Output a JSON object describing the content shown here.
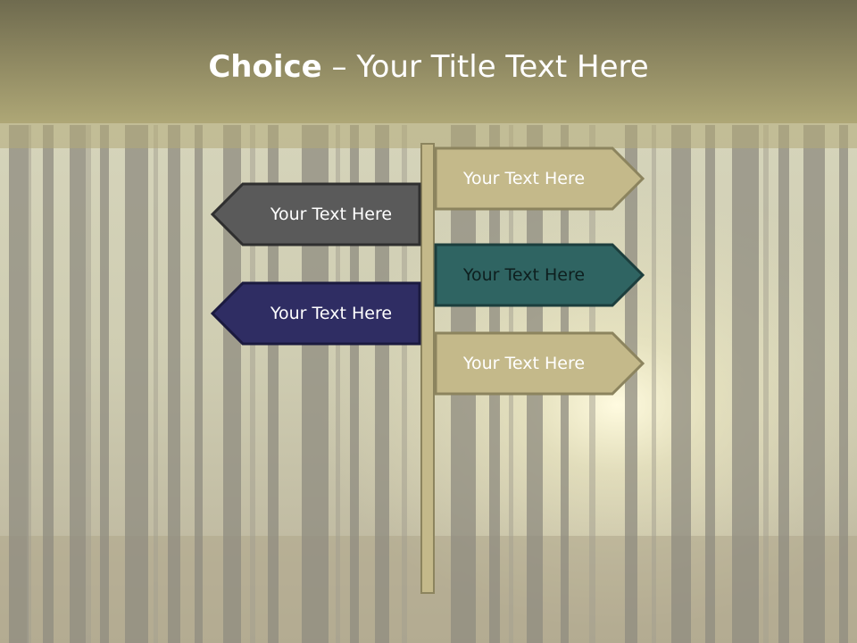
{
  "slide": {
    "title_bold": "Choice",
    "title_rest": " – Your Title Text Here"
  },
  "signs": [
    {
      "label": "Your Text Here",
      "direction": "right",
      "fill": "#c4b98a",
      "stroke": "#8c845e"
    },
    {
      "label": "Your Text Here",
      "direction": "left",
      "fill": "#5a5a5a",
      "stroke": "#2f2f2f"
    },
    {
      "label": "Your Text Here",
      "direction": "right",
      "fill": "#2f6462",
      "stroke": "#1c3e3d"
    },
    {
      "label": "Your Text Here",
      "direction": "left",
      "fill": "#2f2d63",
      "stroke": "#1b1a3f"
    },
    {
      "label": "Your Text Here",
      "direction": "right",
      "fill": "#c4b98a",
      "stroke": "#8c845e"
    }
  ],
  "colors": {
    "title_band": "#8c8660",
    "post": "#c4b98a"
  }
}
